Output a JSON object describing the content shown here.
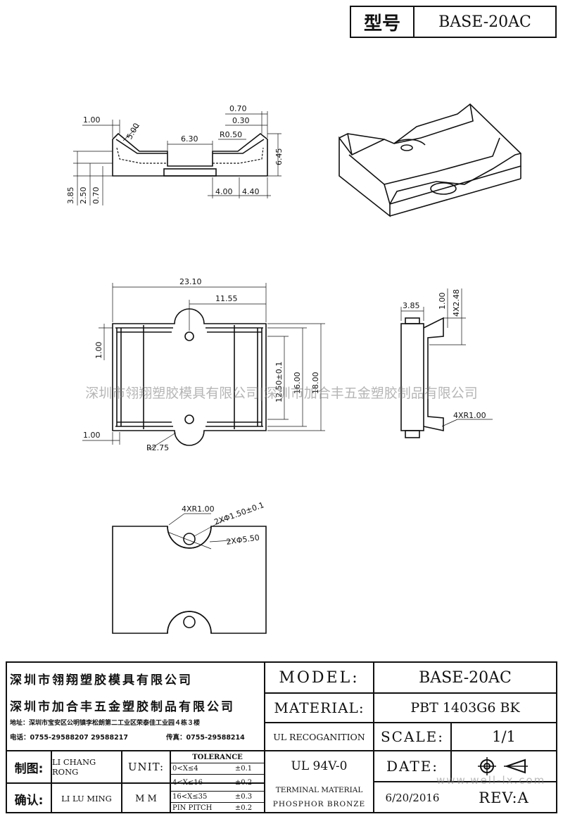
{
  "header": {
    "type_label": "型号",
    "model": "BASE-20AC"
  },
  "watermark": "深圳市翎翔塑胶模具有限公司|深圳市加合丰五金塑胶制品有限公司",
  "dims": {
    "d_1_00_top": "1.00",
    "d_5_00": "5.00",
    "d_6_30": "6.30",
    "d_0_70_top": "0.70",
    "d_0_30": "0.30",
    "d_r0_50": "R0.50",
    "d_6_45": "6.45",
    "d_3_85_left": "3.85",
    "d_2_50_left": "2.50",
    "d_0_70_left": "0.70",
    "d_4_00": "4.00",
    "d_4_40": "4.40",
    "d_23_10": "23.10",
    "d_11_55": "11.55",
    "d_1_00_mid": "1.00",
    "d_12_50": "12.50±0.1",
    "d_16_00": "16.00",
    "d_18_00": "18.00",
    "d_1_00_bot": "1.00",
    "d_r2_75": "R2.75",
    "d_3_85_side": "3.85",
    "d_1_00_side": "1.00",
    "d_4x2_48": "4X2.48",
    "d_4xr1_00_side": "4XR1.00",
    "d_4xr1_00_bot": "4XR1.00",
    "d_2x1_50": "2XΦ1.50±0.1",
    "d_2x5_50": "2XΦ5.50"
  },
  "title_block": {
    "company1": "深圳市翎翔塑胶模具有限公司",
    "company2": "深圳市加合丰五金塑胶制品有限公司",
    "address": "地址：深圳市宝安区公明镇李松朗第二工业区荣泰佳工业园４栋３楼",
    "tel": "电话：0755-29588207 29588217",
    "fax": "传真：0755-29588214",
    "model_label": "MODEL:",
    "model_value": "BASE-20AC",
    "material_label": "MATERIAL:",
    "material_value": "PBT 1403G6 BK",
    "ul_label": "UL RECOGANITION",
    "ul_value": "UL 94V-0",
    "scale_label": "SCALE:",
    "scale_value": "1/1",
    "date_label": "DATE:",
    "date_value": "6/20/2016",
    "rev_label": "REV:A",
    "terminal_label1": "TERMINAL MATERIAL",
    "terminal_label2": "PHOSPHOR BRONZE",
    "drawn_label": "制图:",
    "drawn_by": "LI CHANG RONG",
    "check_label": "确认:",
    "checked_by": "LI LU MING",
    "unit_label": "UNIT:",
    "unit_value": "M M",
    "tolerance_title": "TOLERANCE",
    "tol_rows": [
      {
        "range": "0<X≤4",
        "value": "±0.1"
      },
      {
        "range": "4<X≤16",
        "value": "±0.2"
      },
      {
        "range": "16<X≤35",
        "value": "±0.3"
      },
      {
        "range": "PIN PITCH",
        "value": "±0.2"
      }
    ],
    "site": "www.well-lx.com"
  }
}
